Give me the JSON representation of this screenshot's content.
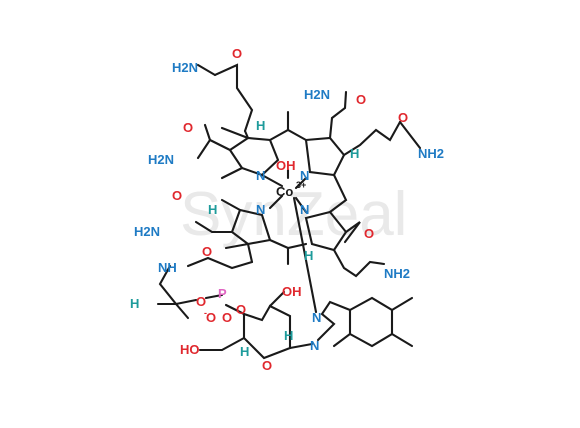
{
  "watermark": "SynZeal",
  "colors": {
    "carbon_bond": "#1a1a1a",
    "nitrogen": "#1f7bc4",
    "oxygen": "#e0282e",
    "phosphorus": "#e066c2",
    "hydrogen": "#1e9b9b",
    "metal": "#1a1a1a",
    "watermark": "#e9e9e9"
  },
  "atoms": {
    "nh2_1": "H2N",
    "o_1": "O",
    "o_2": "O",
    "nh2_2": "H2N",
    "nh2_3": "H2N",
    "o_3": "O",
    "o_4": "O",
    "nh2_4": "NH2",
    "o_5": "O",
    "nh2_5": "H2N",
    "o_6": "O",
    "nh2_6": "NH2",
    "n_1": "N",
    "n_2": "N",
    "n_3": "N",
    "n_4": "N",
    "oh_co": "OH",
    "co": "Co",
    "co_charge": "3+",
    "nh_amide": "NH",
    "o_7": "O",
    "p": "P",
    "o_p1": "O",
    "o_p2": "O",
    "o_p3": "O",
    "o_p4": "O",
    "o_minus": "-",
    "oh_sugar": "OH",
    "o_ring": "O",
    "ho": "HO",
    "n_benz1": "N",
    "n_benz2": "N",
    "h_1": "H",
    "h_2": "H",
    "h_3": "H",
    "h_4": "H",
    "h_5": "H",
    "h_6": "H",
    "h_7": "H"
  }
}
